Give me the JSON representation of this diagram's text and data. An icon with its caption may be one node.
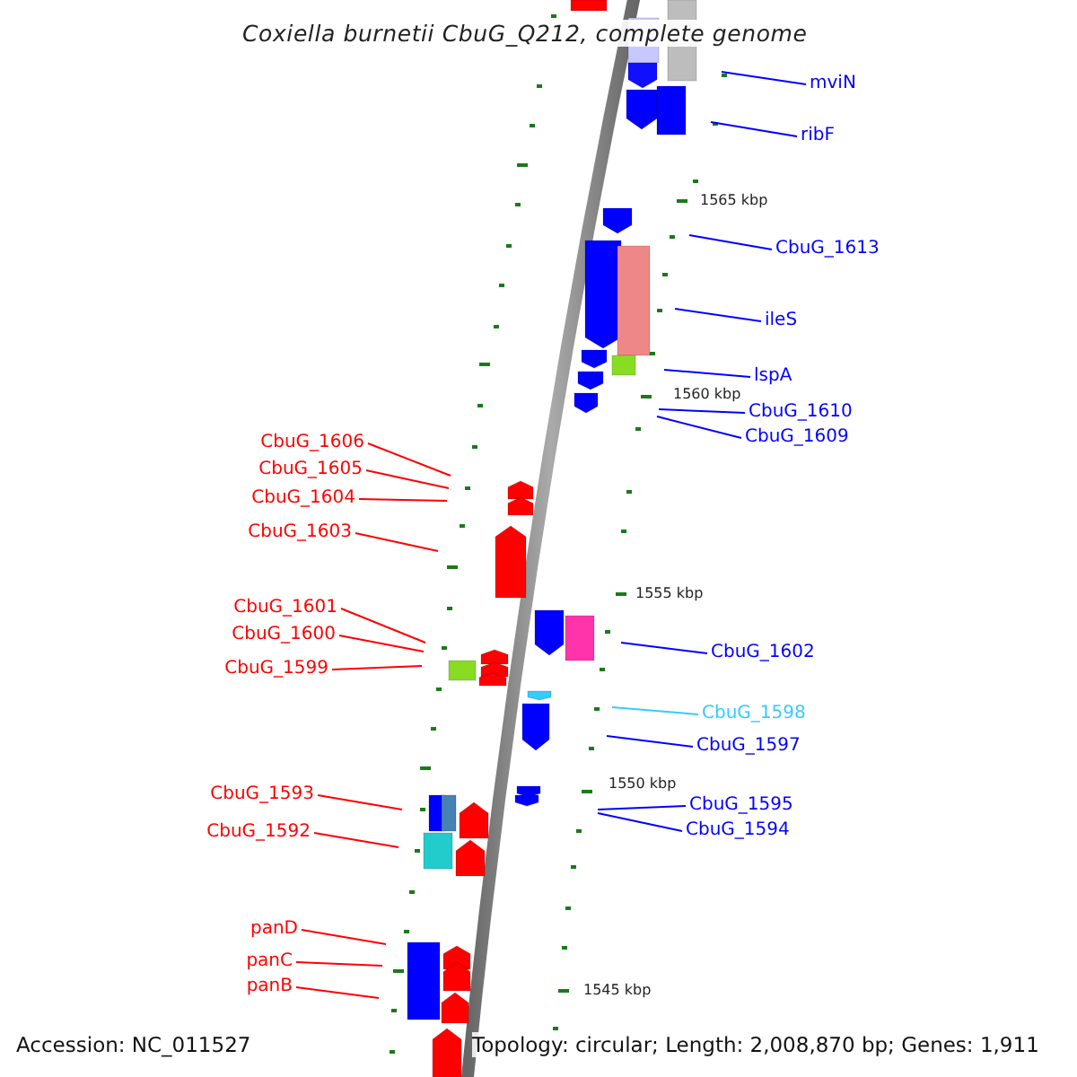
{
  "diagram": {
    "title": "Coxiella burnetii CbuG_Q212, complete genome",
    "nodes": [
      {
        "text": [
          "mviN"
        ]
      },
      {
        "text": [
          "ribF"
        ]
      },
      {
        "text": [
          "CbuG_1613"
        ]
      },
      {
        "text": [
          "ileS"
        ]
      },
      {
        "text": [
          "lspA"
        ]
      },
      {
        "text": [
          "CbuG_1610"
        ]
      },
      {
        "text": [
          "CbuG_1609"
        ]
      },
      {
        "text": [
          "CbuG_1606"
        ]
      },
      {
        "text": [
          "CbuG_1605"
        ]
      },
      {
        "text": [
          "CbuG_1604"
        ]
      },
      {
        "text": [
          "CbuG_1603"
        ]
      },
      {
        "text": [
          "CbuG_1602"
        ]
      },
      {
        "text": [
          "CbuG_1601"
        ]
      },
      {
        "text": [
          "CbuG_1600"
        ]
      },
      {
        "text": [
          "CbuG_1599"
        ]
      },
      {
        "text": [
          "CbuG_1598"
        ]
      },
      {
        "text": [
          "CbuG_1597"
        ]
      },
      {
        "text": [
          "CbuG_1595"
        ]
      },
      {
        "text": [
          "CbuG_1594"
        ]
      },
      {
        "text": [
          "CbuG_1593"
        ]
      },
      {
        "text": [
          "CbuG_1592"
        ]
      },
      {
        "text": [
          "panD"
        ]
      },
      {
        "text": [
          "panC"
        ]
      },
      {
        "text": [
          "panB"
        ]
      }
    ],
    "edges": [
      {
        "from": 0,
        "to": null,
        "arrow": "none",
        "color": "#0000ff"
      },
      {
        "from": 1,
        "to": null,
        "arrow": "none",
        "color": "#0000ff"
      },
      {
        "from": 2,
        "to": null,
        "arrow": "none",
        "color": "#0000ff"
      },
      {
        "from": 3,
        "to": null,
        "arrow": "none",
        "color": "#0000ff"
      },
      {
        "from": 4,
        "to": null,
        "arrow": "none",
        "color": "#0000ff"
      },
      {
        "from": 5,
        "to": null,
        "arrow": "none",
        "color": "#0000ff"
      },
      {
        "from": 6,
        "to": null,
        "arrow": "none",
        "color": "#0000ff"
      },
      {
        "from": 7,
        "to": null,
        "arrow": "none",
        "color": "#ff0000"
      },
      {
        "from": 8,
        "to": null,
        "arrow": "none",
        "color": "#ff0000"
      },
      {
        "from": 9,
        "to": null,
        "arrow": "none",
        "color": "#ff0000"
      },
      {
        "from": 10,
        "to": null,
        "arrow": "none",
        "color": "#ff0000"
      },
      {
        "from": 11,
        "to": null,
        "arrow": "none",
        "color": "#0000ff"
      },
      {
        "from": 12,
        "to": null,
        "arrow": "none",
        "color": "#ff0000"
      },
      {
        "from": 13,
        "to": null,
        "arrow": "none",
        "color": "#ff0000"
      },
      {
        "from": 14,
        "to": null,
        "arrow": "none",
        "color": "#ff0000"
      },
      {
        "from": 15,
        "to": null,
        "arrow": "none",
        "color": "#33ccff"
      },
      {
        "from": 16,
        "to": null,
        "arrow": "none",
        "color": "#0000ff"
      },
      {
        "from": 17,
        "to": null,
        "arrow": "none",
        "color": "#0000ff"
      },
      {
        "from": 18,
        "to": null,
        "arrow": "none",
        "color": "#0000ff"
      },
      {
        "from": 19,
        "to": null,
        "arrow": "none",
        "color": "#ff0000"
      },
      {
        "from": 20,
        "to": null,
        "arrow": "none",
        "color": "#ff0000"
      },
      {
        "from": 21,
        "to": null,
        "arrow": "none",
        "color": "#ff0000"
      },
      {
        "from": 22,
        "to": null,
        "arrow": "none",
        "color": "#ff0000"
      },
      {
        "from": 23,
        "to": null,
        "arrow": "none",
        "color": "#ff0000"
      }
    ],
    "labels": [
      "1565 kbp",
      "1560 kbp",
      "1555 kbp",
      "1550 kbp",
      "1545 kbp",
      "Accession: NC_011527",
      "Topology: circular; Length: 2,008,870 bp; Genes: 1,911"
    ]
  }
}
